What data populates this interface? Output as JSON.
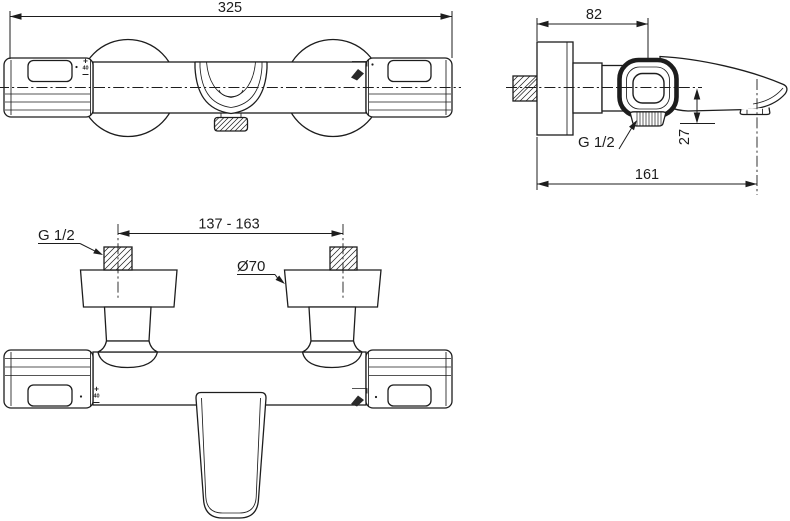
{
  "drawing": {
    "type": "technical-orthographic-drawing",
    "subject": "wall-mounted thermostatic bath shower mixer",
    "colors": {
      "line": "#1d1d1d",
      "background": "#ffffff"
    }
  },
  "views": {
    "front": {
      "name": "front view",
      "dim_overall_width": "325",
      "temp_plus": "+",
      "temp_value": "40",
      "shower_icon": "shower-head-icon"
    },
    "side": {
      "name": "side view",
      "dim_wall_to_handle": "82",
      "thread_label": "G 1/2",
      "dim_outlet_drop": "27",
      "dim_total_projection": "161"
    },
    "top": {
      "name": "top view",
      "thread_label": "G 1/2",
      "dim_inlet_centers": "137 - 163",
      "dim_escutcheon_diameter": "Ø70",
      "temp_plus": "+",
      "temp_value": "40",
      "shower_icon": "shower-head-icon"
    }
  }
}
